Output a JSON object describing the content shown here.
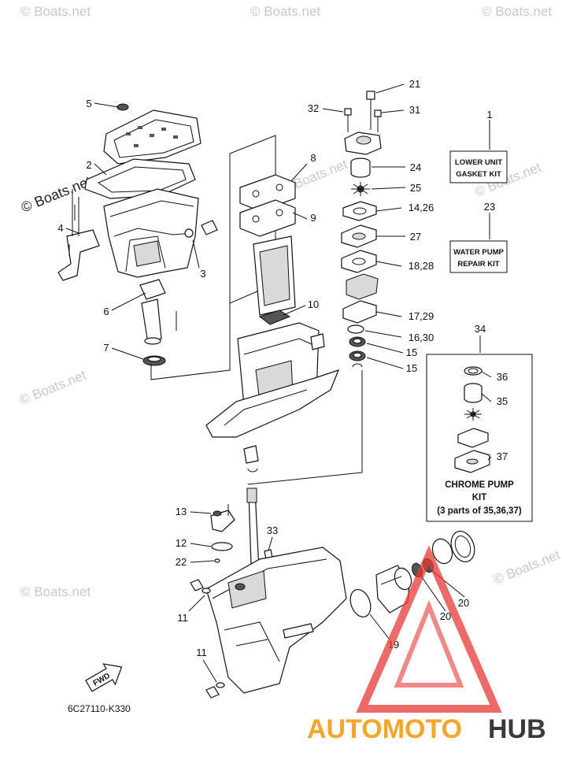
{
  "watermarks": [
    "© Boats.net",
    "© Boats.net",
    "© Boats.net",
    "© Boats.net",
    "© Boats.net",
    "© Boats.net",
    "© Boats.net",
    "© Boats.net",
    "© Boats.net"
  ],
  "callouts": [
    {
      "id": "c1",
      "label": "1"
    },
    {
      "id": "c2",
      "label": "2"
    },
    {
      "id": "c3",
      "label": "3"
    },
    {
      "id": "c4",
      "label": "4"
    },
    {
      "id": "c5",
      "label": "5"
    },
    {
      "id": "c6",
      "label": "6"
    },
    {
      "id": "c7",
      "label": "7"
    },
    {
      "id": "c8",
      "label": "8"
    },
    {
      "id": "c9",
      "label": "9"
    },
    {
      "id": "c10",
      "label": "10"
    },
    {
      "id": "c11a",
      "label": "11"
    },
    {
      "id": "c11b",
      "label": "11"
    },
    {
      "id": "c12",
      "label": "12"
    },
    {
      "id": "c13",
      "label": "13"
    },
    {
      "id": "c14",
      "label": "14,26"
    },
    {
      "id": "c15a",
      "label": "15"
    },
    {
      "id": "c15b",
      "label": "15"
    },
    {
      "id": "c16",
      "label": "16,30"
    },
    {
      "id": "c17",
      "label": "17,29"
    },
    {
      "id": "c18",
      "label": "18,28"
    },
    {
      "id": "c19",
      "label": "19"
    },
    {
      "id": "c20a",
      "label": "20"
    },
    {
      "id": "c20b",
      "label": "20"
    },
    {
      "id": "c21",
      "label": "21"
    },
    {
      "id": "c22",
      "label": "22"
    },
    {
      "id": "c23",
      "label": "23"
    },
    {
      "id": "c24",
      "label": "24"
    },
    {
      "id": "c25",
      "label": "25"
    },
    {
      "id": "c27",
      "label": "27"
    },
    {
      "id": "c31",
      "label": "31"
    },
    {
      "id": "c32",
      "label": "32"
    },
    {
      "id": "c33",
      "label": "33"
    },
    {
      "id": "c34",
      "label": "34"
    },
    {
      "id": "c35",
      "label": "35"
    },
    {
      "id": "c36",
      "label": "36"
    },
    {
      "id": "c37",
      "label": "37"
    }
  ],
  "kits": {
    "gasket_kit": {
      "line1": "LOWER UNIT",
      "line2": "GASKET KIT"
    },
    "water_pump_kit": {
      "line1": "WATER PUMP",
      "line2": "REPAIR KIT"
    },
    "chrome_pump_kit": {
      "line1": "CHROME PUMP",
      "line2": "KIT",
      "line3": "(3 parts of 35,36,37)"
    }
  },
  "forward_arrow": "FWD",
  "diagram_code": "6C27110-K330",
  "brand": {
    "part1": "AUTOMOTO",
    "part2": "HUB",
    "color1": "#f4a52a",
    "color2": "#3a3a3a",
    "triangle_color": "#e53935"
  }
}
